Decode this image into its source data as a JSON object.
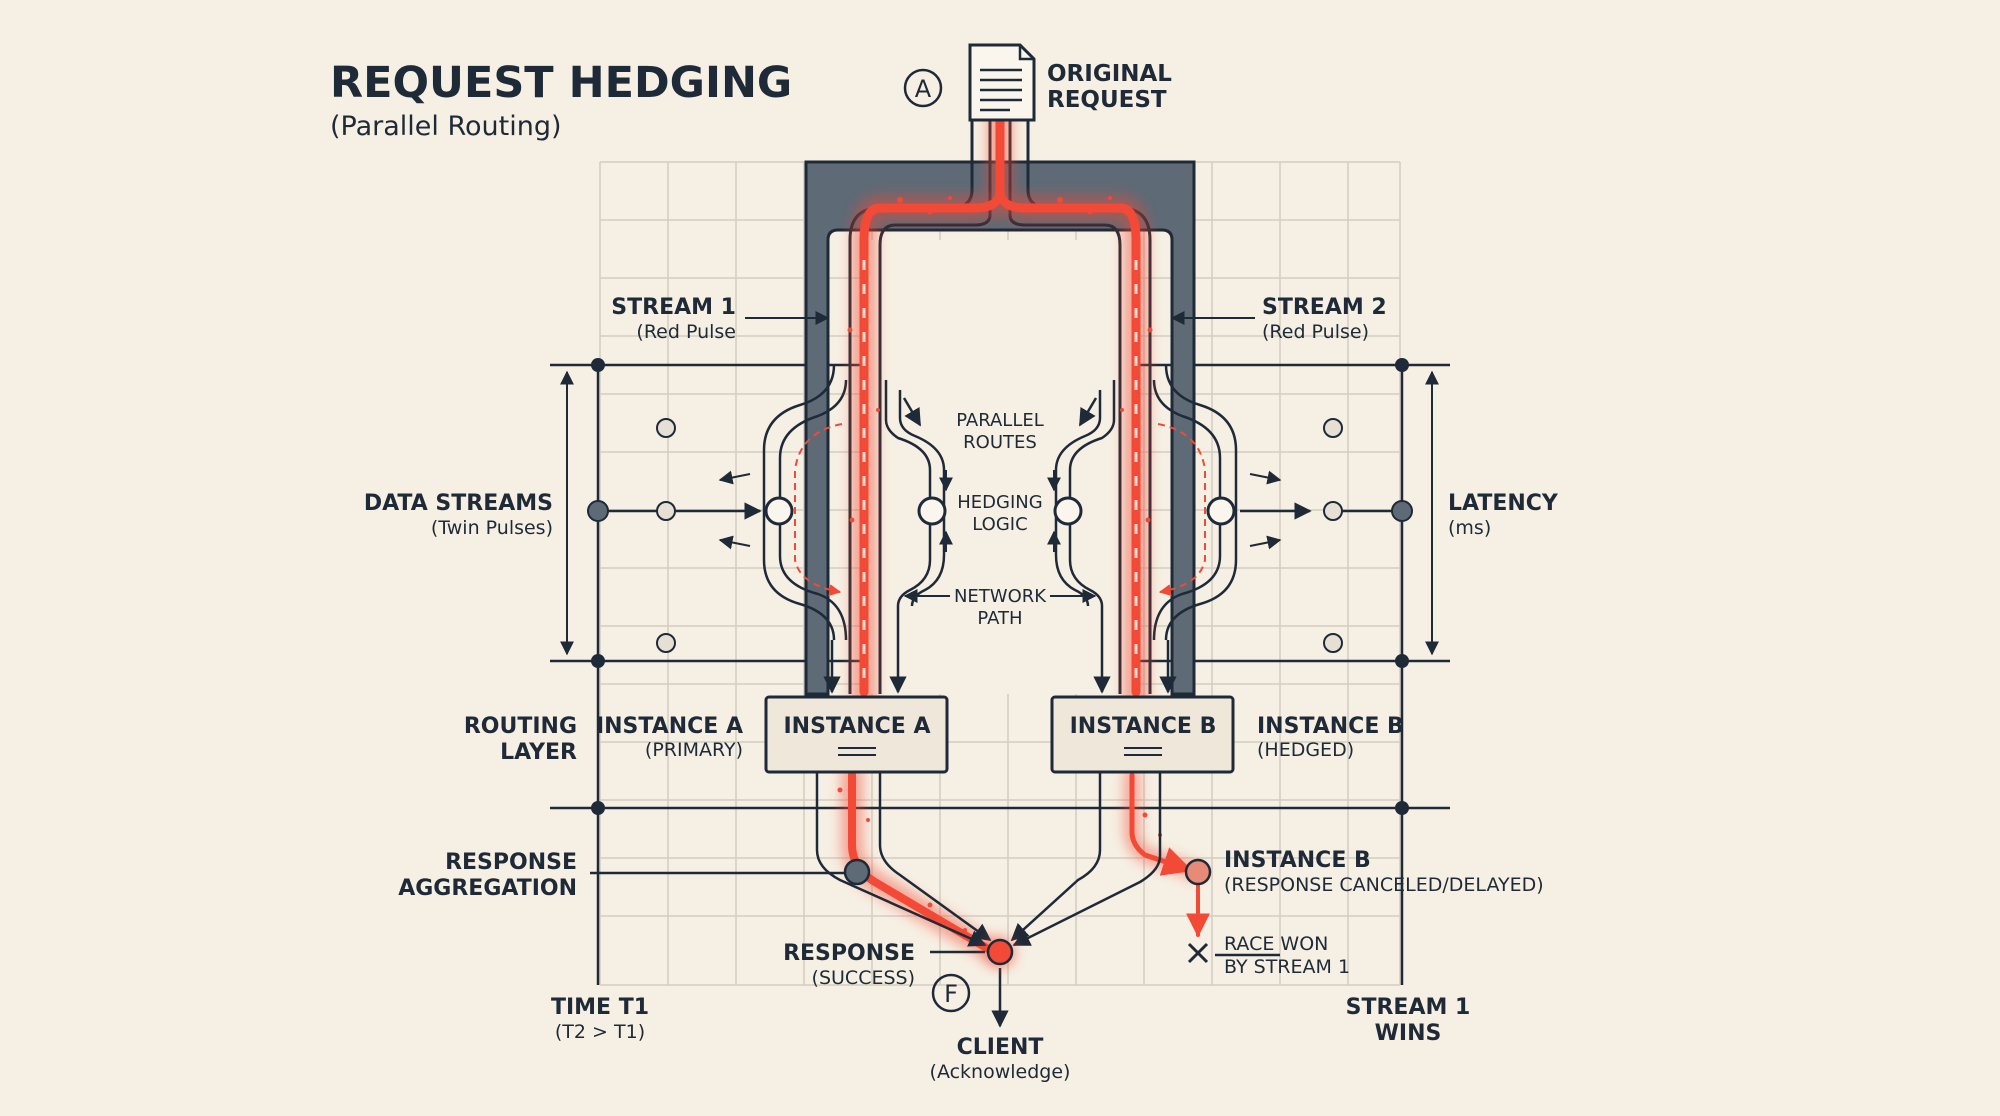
{
  "title": "REQUEST HEDGING",
  "subtitle": "(Parallel Routing)",
  "markers": {
    "a": "A",
    "f": "F"
  },
  "original_request": {
    "line1": "ORIGINAL",
    "line2": "REQUEST"
  },
  "stream1": {
    "label": "STREAM 1",
    "sub": "(Red Pulse"
  },
  "stream2": {
    "label": "STREAM 2",
    "sub": "(Red Pulse)"
  },
  "center_labels": {
    "parallel": [
      "PARALLEL",
      "ROUTES"
    ],
    "hedging": [
      "HEDGING",
      "LOGIC"
    ],
    "network": [
      "NETWORK",
      "PATH"
    ]
  },
  "data_streams": {
    "label": "DATA STREAMS",
    "sub": "(Twin Pulses)"
  },
  "latency": {
    "label": "LATENCY",
    "sub": "(ms)"
  },
  "routing_layer": {
    "line1": "ROUTING",
    "line2": "LAYER"
  },
  "instance_a_side": {
    "label": "INSTANCE A",
    "sub": "(PRIMARY)"
  },
  "instance_b_side": {
    "label": "INSTANCE B",
    "sub": "(HEDGED)"
  },
  "instance_a_box": "INSTANCE A",
  "instance_b_box": "INSTANCE B",
  "response_aggregation": {
    "line1": "RESPONSE",
    "line2": "AGGREGATION"
  },
  "instance_b_result": {
    "label": "INSTANCE B",
    "sub": "(RESPONSE CANCELED/DELAYED)"
  },
  "response": {
    "label": "RESPONSE",
    "sub": "(SUCCESS)"
  },
  "race": {
    "line1": "RACE WON",
    "line2": "BY STREAM 1"
  },
  "time": {
    "label": "TIME T1",
    "sub": "(T2 > T1)"
  },
  "stream1_wins": {
    "line1": "STREAM 1",
    "line2": "WINS"
  },
  "client": {
    "label": "CLIENT",
    "sub": "(Acknowledge)"
  },
  "colors": {
    "ink": "#1f2a38",
    "pulse": "#f24a36",
    "background": "#f6efe3",
    "grid": "#d4cdc1",
    "pipe": "#5e6a76"
  }
}
